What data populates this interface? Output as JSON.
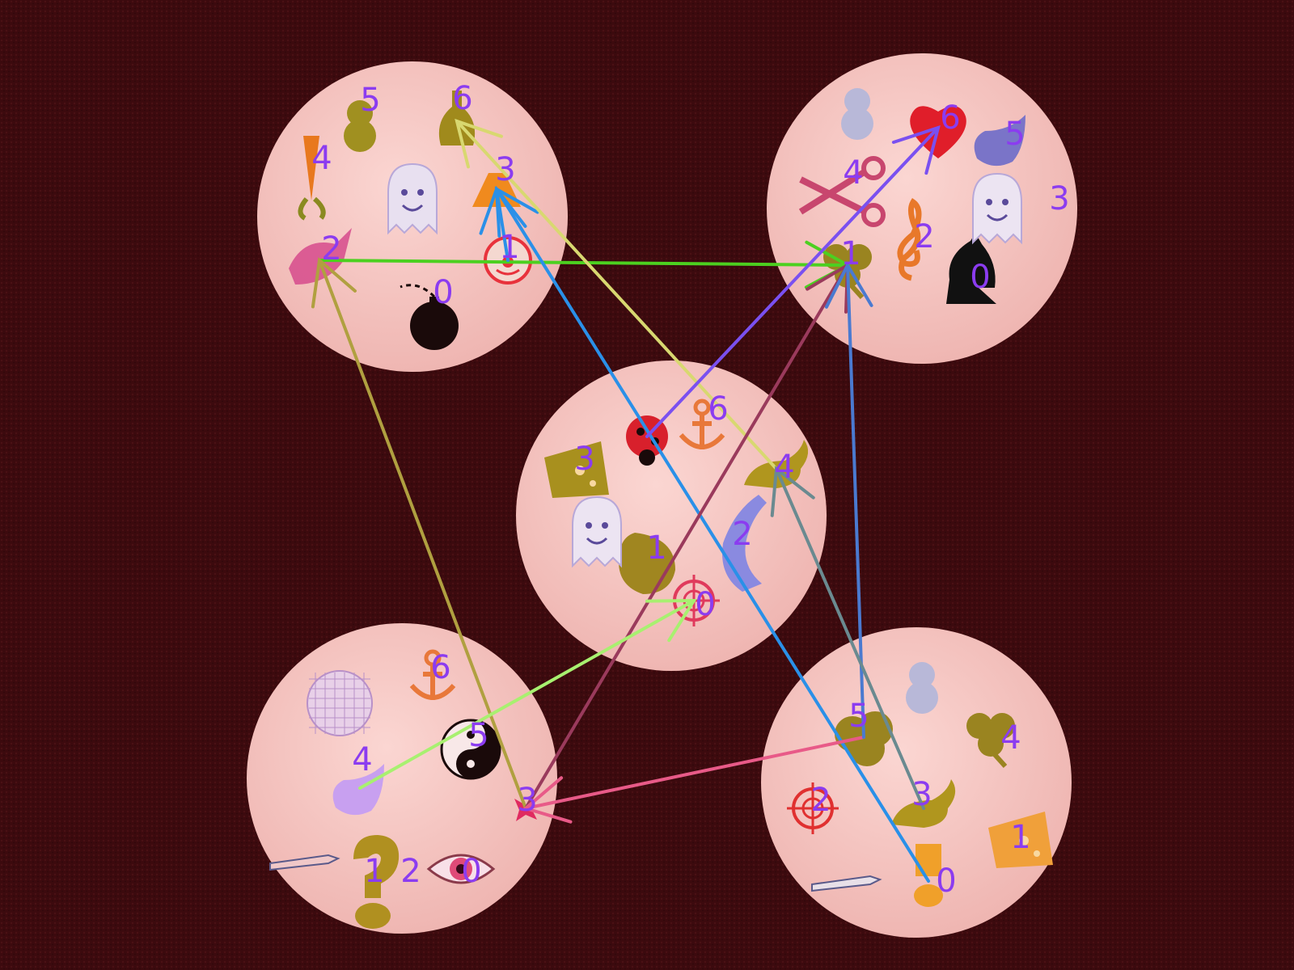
{
  "table_color": "#3c0a0e",
  "card_color": "#f7c5c2",
  "label_color": "#8b3cf0",
  "cards": [
    {
      "id": "top-left",
      "symbols": [
        {
          "name": "bomb",
          "label": "0",
          "color": "#1a0a0a"
        },
        {
          "name": "clown",
          "label": "1",
          "color": "#e8323c"
        },
        {
          "name": "dragon",
          "label": "2",
          "color": "#d64a8c"
        },
        {
          "name": "traffic-cone",
          "label": "3",
          "color": "#f08a1e"
        },
        {
          "name": "carrot",
          "label": "4",
          "color": "#e8781e"
        },
        {
          "name": "snowman",
          "label": "5",
          "color": "#a09020"
        },
        {
          "name": "bottle",
          "label": "6",
          "color": "#a08a1c"
        },
        {
          "name": "ghost",
          "label": "",
          "color": "#e8e0f0"
        }
      ]
    },
    {
      "id": "top-right",
      "symbols": [
        {
          "name": "knight",
          "label": "0",
          "color": "#111111"
        },
        {
          "name": "clover",
          "label": "1",
          "color": "#9a8420"
        },
        {
          "name": "treble-clef",
          "label": "2",
          "color": "#e8782a"
        },
        {
          "name": "ghost",
          "label": "3",
          "color": "#ece4f2"
        },
        {
          "name": "scissors",
          "label": "4",
          "color": "#c8466e"
        },
        {
          "name": "drop",
          "label": "5",
          "color": "#7a74c8"
        },
        {
          "name": "heart",
          "label": "6",
          "color": "#e01e2a"
        },
        {
          "name": "snowman",
          "label": "",
          "color": "#b8b8d8"
        }
      ]
    },
    {
      "id": "center",
      "symbols": [
        {
          "name": "target",
          "label": "0",
          "color": "#e03a5c"
        },
        {
          "name": "moon",
          "label": "1",
          "color": "#a08620"
        },
        {
          "name": "dolphin",
          "label": "2",
          "color": "#8a8ae0"
        },
        {
          "name": "cheese",
          "label": "3",
          "color": "#a8901e"
        },
        {
          "name": "lamp",
          "label": "4",
          "color": "#b0961e"
        },
        {
          "name": "ladybug",
          "label": "",
          "color": "#d8202c"
        },
        {
          "name": "anchor",
          "label": "6",
          "color": "#e8783a"
        },
        {
          "name": "ghost",
          "label": "",
          "color": "#ece4f2"
        }
      ]
    },
    {
      "id": "bottom-left",
      "symbols": [
        {
          "name": "eye",
          "label": "0",
          "color": "#e04a78"
        },
        {
          "name": "question-mark",
          "label": "1",
          "color": "#b09020"
        },
        {
          "name": "pencil",
          "label": "2",
          "color": "#f0c8c8"
        },
        {
          "name": "splat",
          "label": "3",
          "color": "#e02a60"
        },
        {
          "name": "drop",
          "label": "4",
          "color": "#c8a0f0"
        },
        {
          "name": "yin-yang",
          "label": "5",
          "color": "#1a0a0a"
        },
        {
          "name": "anchor",
          "label": "6",
          "color": "#e8783a"
        },
        {
          "name": "disco-ball",
          "label": "",
          "color": "#e8d0e8"
        }
      ]
    },
    {
      "id": "bottom-right",
      "symbols": [
        {
          "name": "exclamation",
          "label": "0",
          "color": "#f0a02a"
        },
        {
          "name": "cheese",
          "label": "1",
          "color": "#f0a03a"
        },
        {
          "name": "target",
          "label": "2",
          "color": "#e03030"
        },
        {
          "name": "lamp",
          "label": "3",
          "color": "#b0961e"
        },
        {
          "name": "clover",
          "label": "4",
          "color": "#9a8420"
        },
        {
          "name": "tree",
          "label": "5",
          "color": "#9a8420"
        },
        {
          "name": "snowman",
          "label": "",
          "color": "#b8b8d8"
        },
        {
          "name": "pencil",
          "label": "",
          "color": "#e8e0e8"
        }
      ]
    }
  ],
  "connections": [
    {
      "from": "top-left:2",
      "to": "top-right:1",
      "color": "#4cd020"
    },
    {
      "from": "top-left:1",
      "to": "top-left:3",
      "color": "#2a90e8"
    },
    {
      "from": "bottom-right:0",
      "to": "top-left:3",
      "color": "#2a90e8"
    },
    {
      "from": "center:4",
      "to": "top-left:6",
      "color": "#d8d870"
    },
    {
      "from": "bottom-left:3",
      "to": "top-left:2",
      "color": "#b0a040"
    },
    {
      "from": "bottom-left:3",
      "to": "top-right:1",
      "color": "#9a3a5c"
    },
    {
      "from": "center:ladybug",
      "to": "top-right:6",
      "color": "#7a50f0"
    },
    {
      "from": "bottom-left:4",
      "to": "center:0",
      "color": "#a8f070"
    },
    {
      "from": "bottom-right:5",
      "to": "bottom-left:3",
      "color": "#e85a88"
    },
    {
      "from": "bottom-right:5",
      "to": "top-right:1",
      "color": "#4a7ad0"
    },
    {
      "from": "bottom-right:3",
      "to": "center:4",
      "color": "#6a8a90"
    }
  ]
}
